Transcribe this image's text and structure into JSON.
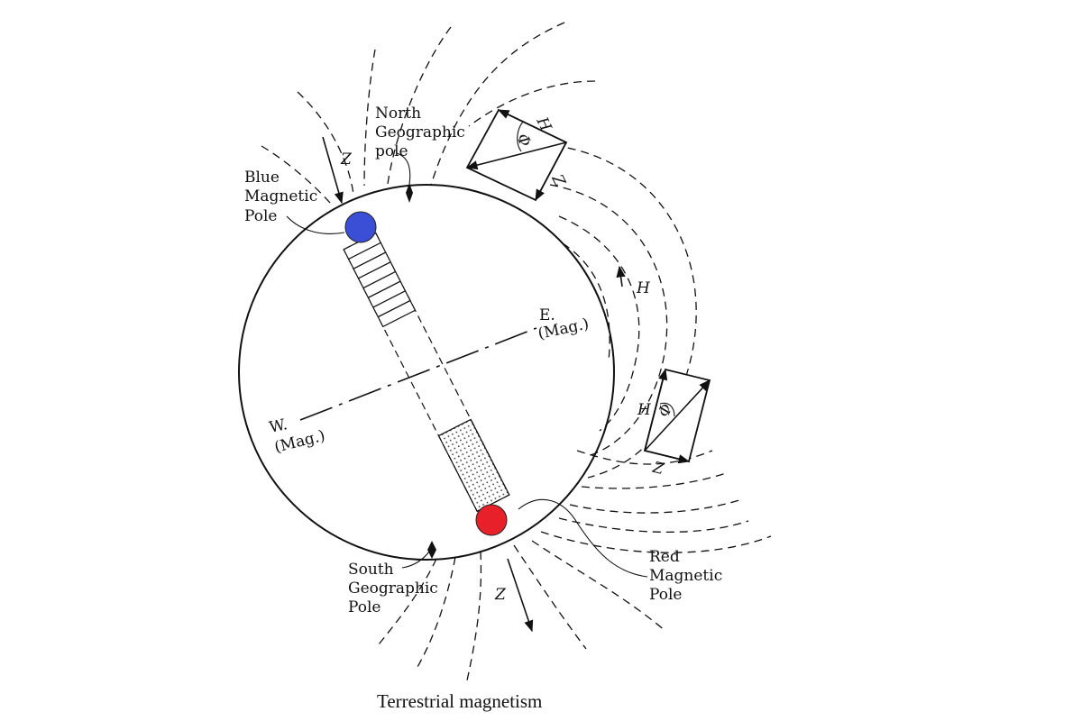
{
  "caption": "Terrestrial magnetism",
  "labels": {
    "north_geo_line1": "North",
    "north_geo_line2": "Geographic",
    "north_geo_line3": "pole",
    "blue_pole_line1": "Blue",
    "blue_pole_line2": "Magnetic",
    "blue_pole_line3": "Pole",
    "east_line1": "E.",
    "east_line2": "(Mag.)",
    "west_line1": "W.",
    "west_line2": "(Mag.)",
    "south_geo_line1": "South",
    "south_geo_line2": "Geographic",
    "south_geo_line3": "Pole",
    "red_pole_line1": "Red",
    "red_pole_line2": "Magnetic",
    "red_pole_line3": "Pole"
  },
  "vector_symbols": {
    "z": "Z",
    "h": "H",
    "phi": "Φ"
  },
  "colors": {
    "blue_pole": "#3a4fd6",
    "red_pole": "#e8202a",
    "ink": "#111111"
  }
}
